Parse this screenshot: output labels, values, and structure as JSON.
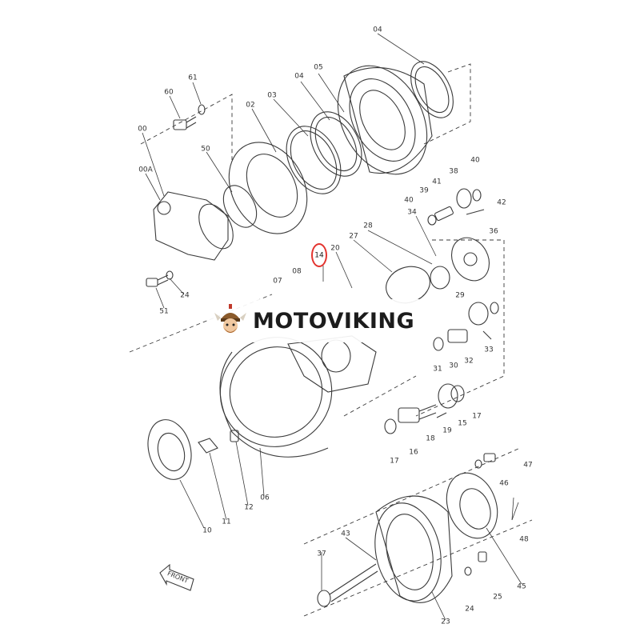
{
  "diagram": {
    "labels": [
      "04",
      "05",
      "04",
      "03",
      "02",
      "61",
      "60",
      "00",
      "00A",
      "50",
      "38",
      "40",
      "41",
      "39",
      "40",
      "42",
      "34",
      "28",
      "36",
      "20",
      "27",
      "14",
      "08",
      "07",
      "24",
      "51",
      "29",
      "31",
      "30",
      "32",
      "33",
      "15",
      "17",
      "19",
      "18",
      "17",
      "16",
      "47",
      "46",
      "48",
      "45",
      "25",
      "24",
      "23",
      "43",
      "37",
      "10",
      "11",
      "12",
      "06",
      "FRONT"
    ],
    "highlighted_part": "14"
  },
  "watermark": {
    "brand": "MOTOVIKING"
  },
  "colors": {
    "line": "#3a3a3a",
    "highlight": "#e3342f",
    "brand_text": "#1c1c1c"
  }
}
